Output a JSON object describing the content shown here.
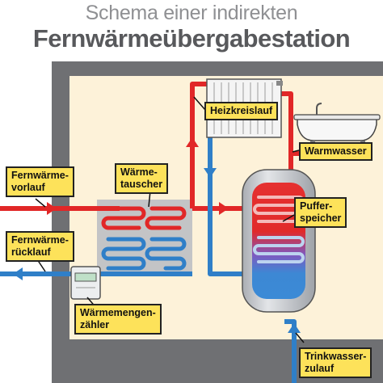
{
  "title": {
    "line1": "Schema einer indirekten",
    "line2": "Fernwärmeübergabestation"
  },
  "labels": {
    "heizkreislauf": "Heizkreislauf",
    "warmwasser": "Warmwasser",
    "fernwaerme_vorlauf": [
      "Fernwärme-",
      "vorlauf"
    ],
    "waermetauscher": [
      "Wärme-",
      "tauscher"
    ],
    "pufferspeicher": [
      "Puffer-",
      "speicher"
    ],
    "fernwaerme_ruecklauf": [
      "Fernwärme-",
      "rücklauf"
    ],
    "waermemengenzaehler": [
      "Wärmemengen-",
      "zähler"
    ],
    "trinkwasser_zulauf": [
      "Trinkwasser-",
      "zulauf"
    ]
  },
  "colors": {
    "hot": "#e12727",
    "cold": "#2f7fc8",
    "wall": "#6f7073",
    "room": "#fdf2d9",
    "label": "#fde25a",
    "tank": "#c9ccd1"
  },
  "icons": [
    "radiator-icon",
    "bathtub-icon",
    "heat-meter-icon",
    "flow-arrow-icon"
  ]
}
